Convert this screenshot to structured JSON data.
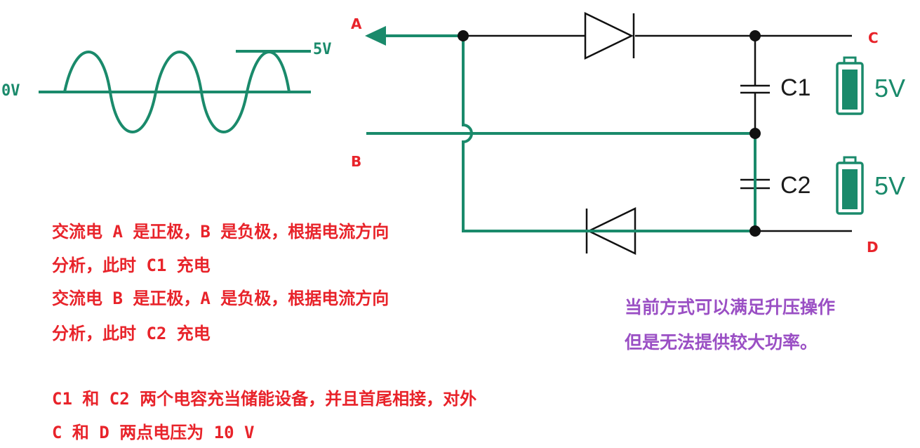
{
  "colors": {
    "accent_green": "#1a8a6b",
    "text_red": "#e8232a",
    "text_purple": "#9a4fc4",
    "wire_black": "#111111"
  },
  "waveform": {
    "zero_label": "0V",
    "peak_label": "5V"
  },
  "nodes": {
    "a": "A",
    "b": "B",
    "c": "C",
    "d": "D"
  },
  "capacitors": {
    "c1": "C1",
    "c2": "C2"
  },
  "batteries": {
    "top": "5V",
    "bottom": "5V"
  },
  "explanation": {
    "line1": "交流电 A 是正极，B 是负极，根据电流方向",
    "line2": "分析，此时 C1 充电",
    "line3": "交流电 B 是正极，A 是负极，根据电流方向",
    "line4": "分析，此时 C2 充电",
    "line5": "C1 和 C2 两个电容充当储能设备，并且首尾相接，对外",
    "line6": "C 和 D 两点电压为 10 V"
  },
  "note": {
    "line1": "当前方式可以满足升压操作",
    "line2": "但是无法提供较大功率。"
  }
}
